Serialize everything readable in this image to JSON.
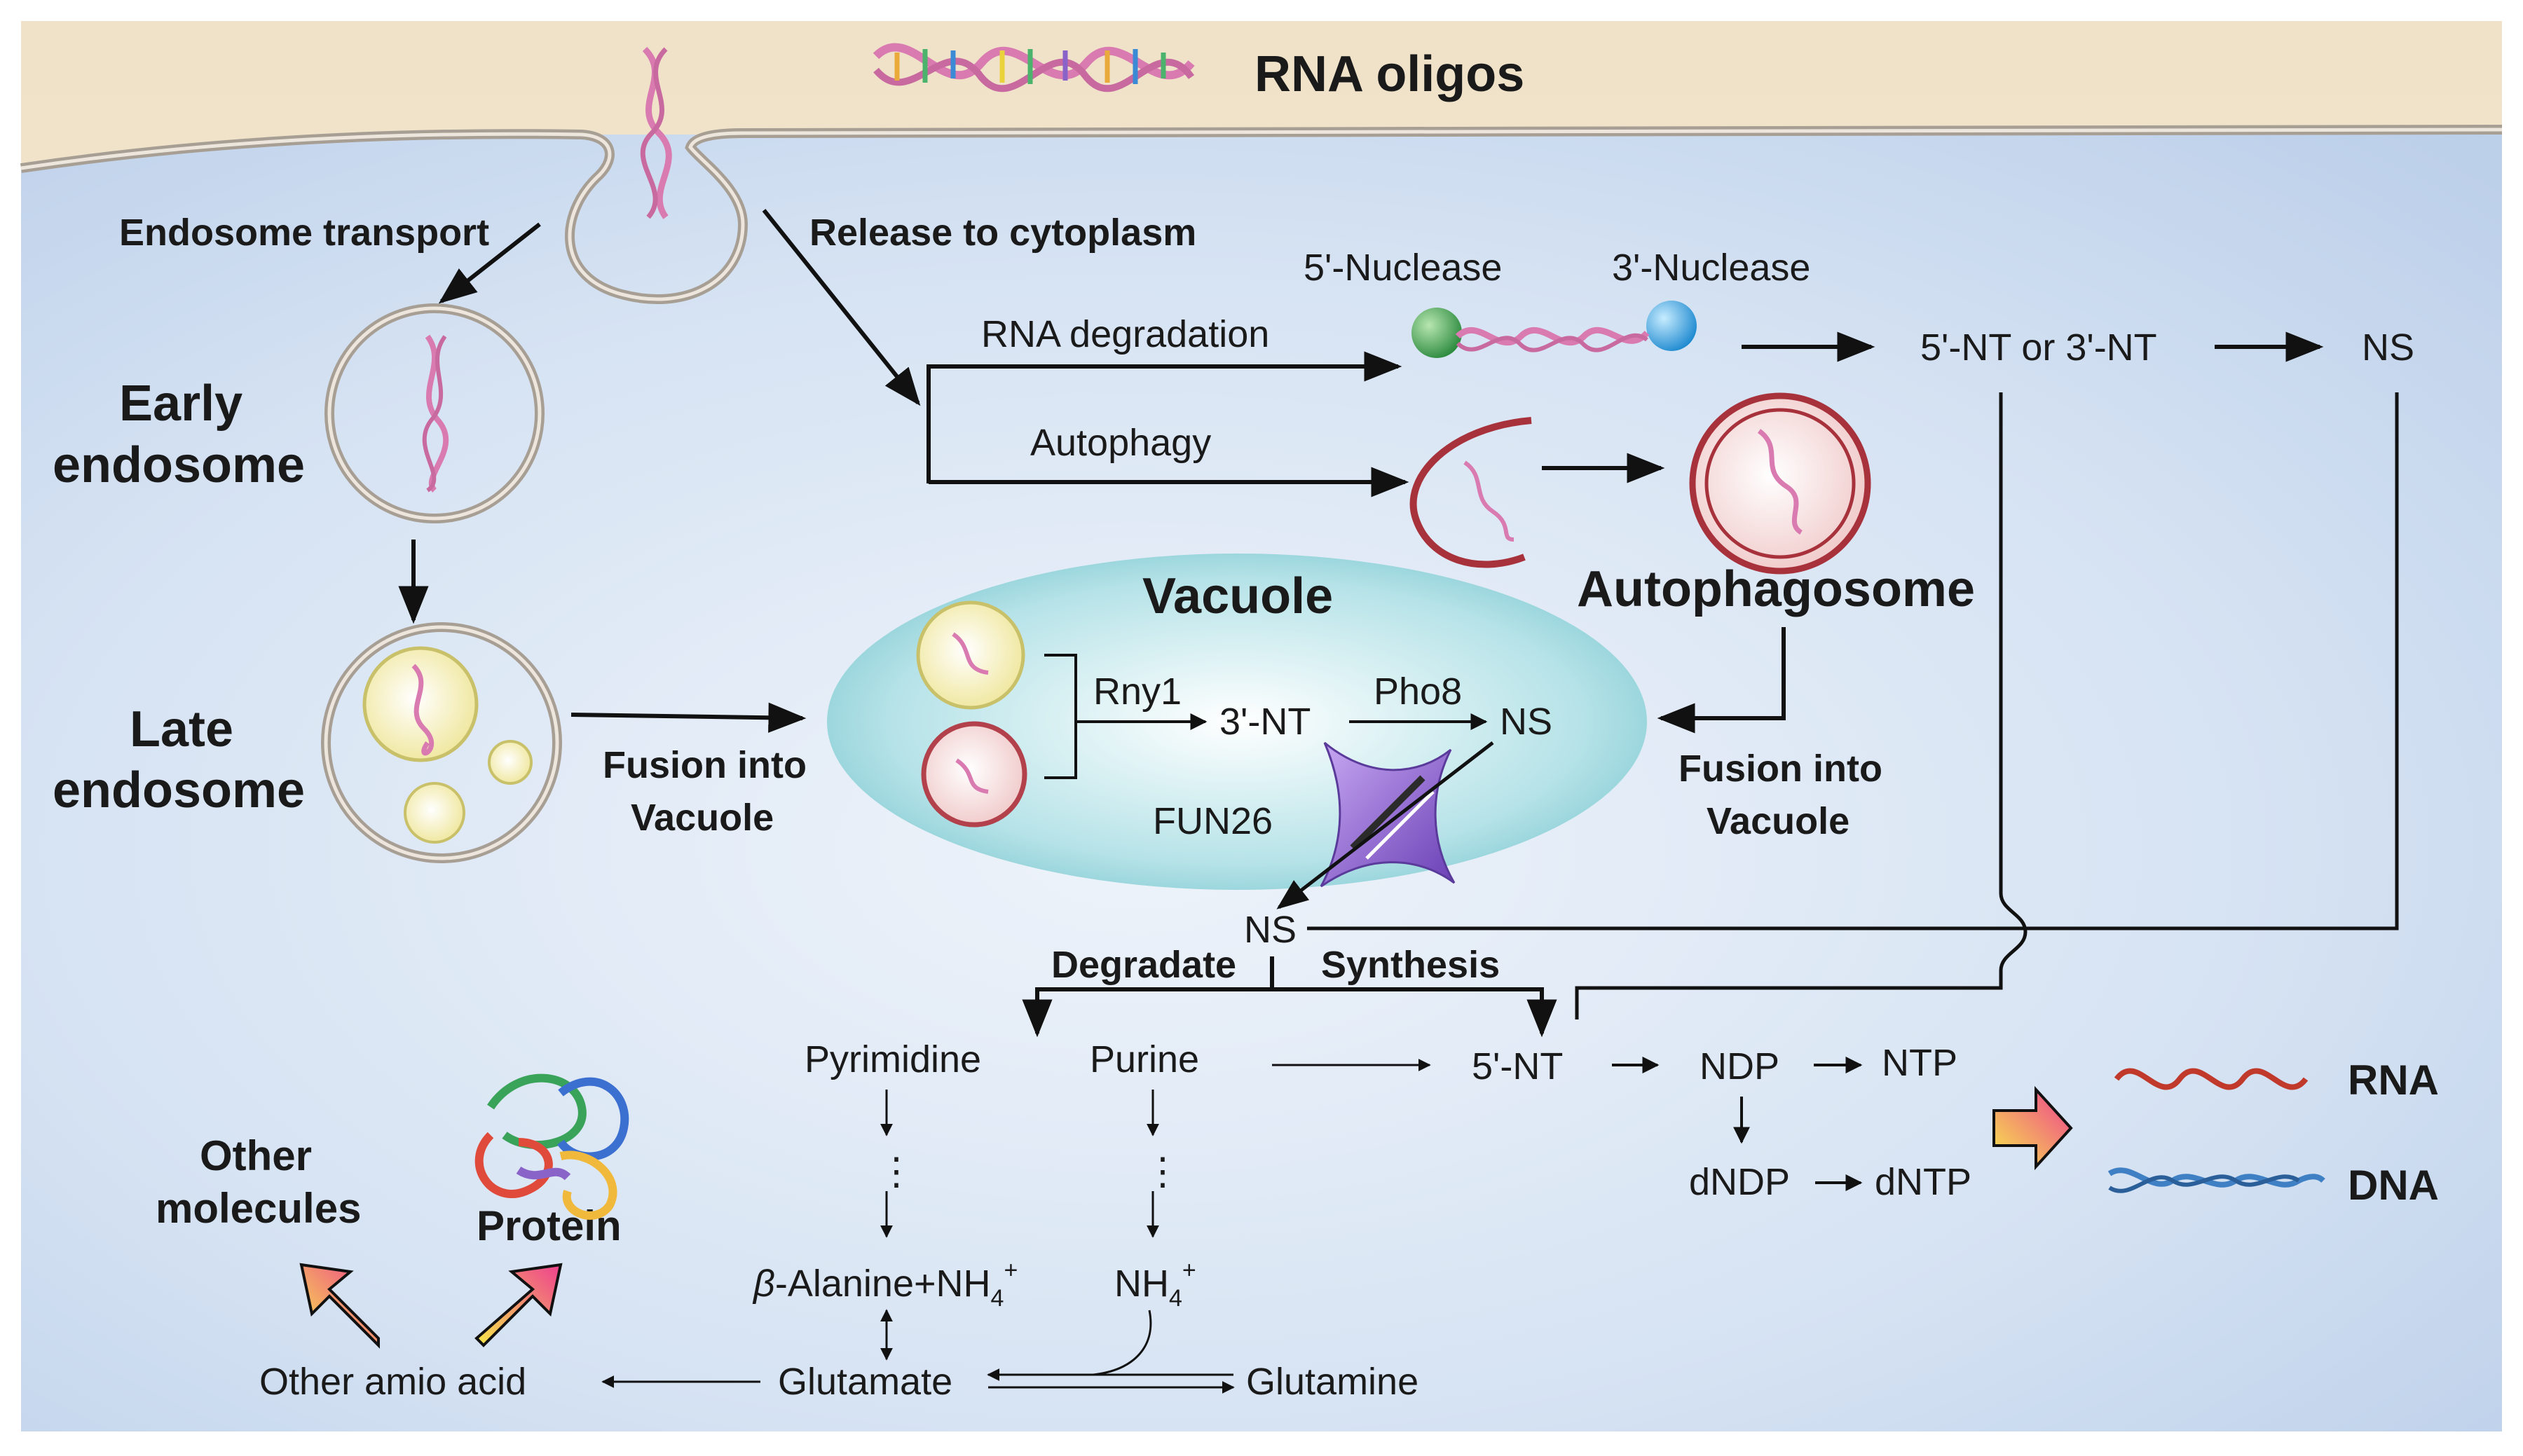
{
  "top_label": "RNA oligos",
  "paths": {
    "endosome_transport": "Endosome transport",
    "release_cytoplasm": "Release to cytoplasm",
    "rna_degradation": "RNA degradation",
    "autophagy": "Autophagy",
    "fusion_left_1": "Fusion into",
    "fusion_left_2": "Vacuole",
    "fusion_right_1": "Fusion into",
    "fusion_right_2": "Vacuole",
    "degrade": "Degradate",
    "synthesis": "Synthesis"
  },
  "structures": {
    "early_endosome_1": "Early",
    "early_endosome_2": "endosome",
    "late_endosome_1": "Late",
    "late_endosome_2": "endosome",
    "vacuole": "Vacuole",
    "autophagosome": "Autophagosome"
  },
  "enzymes": {
    "nuclease5": "5'-Nuclease",
    "nuclease3": "3'-Nuclease",
    "rny1": "Rny1",
    "pho8": "Pho8",
    "fun26": "FUN26"
  },
  "metabolites": {
    "nt_5or3": "5'-NT or 3'-NT",
    "ns_top": "NS",
    "nt3_vac": "3'-NT",
    "ns_vac": "NS",
    "ns_mid": "NS",
    "pyrimidine": "Pyrimidine",
    "purine": "Purine",
    "nt5": "5'-NT",
    "ndp": "NDP",
    "ntp": "NTP",
    "dndp": "dNDP",
    "dntp": "dNTP",
    "beta_alanine_prefix": "β",
    "beta_alanine": "-Alanine+NH",
    "nh4_sub": "4",
    "nh4_sup": "+",
    "nh4_base": "NH",
    "glutamate": "Glutamate",
    "glutamine": "Glutamine",
    "other_amino": "Other amio acid",
    "dots": "⋮"
  },
  "products": {
    "rna": "RNA",
    "dna": "DNA",
    "other_molecules_1": "Other",
    "other_molecules_2": "molecules",
    "protein": "Protein"
  },
  "colors": {
    "cell_fill": "#c9d9ef",
    "outside_fill": "#f4ead7",
    "vacuole_fill": "#a8dde3",
    "membrane": "#a79e94",
    "rna_pink": "#d97bb0",
    "rna_red": "#c0392b",
    "dna_blue": "#3f7fc4",
    "nuclease_green": "#3a9b4a",
    "nuclease_blue": "#2e9ad8",
    "fun26_purple": "#8a63c9",
    "vesicle_yellow": "#f4efb3",
    "autophagosome_red": "#a8323c"
  }
}
